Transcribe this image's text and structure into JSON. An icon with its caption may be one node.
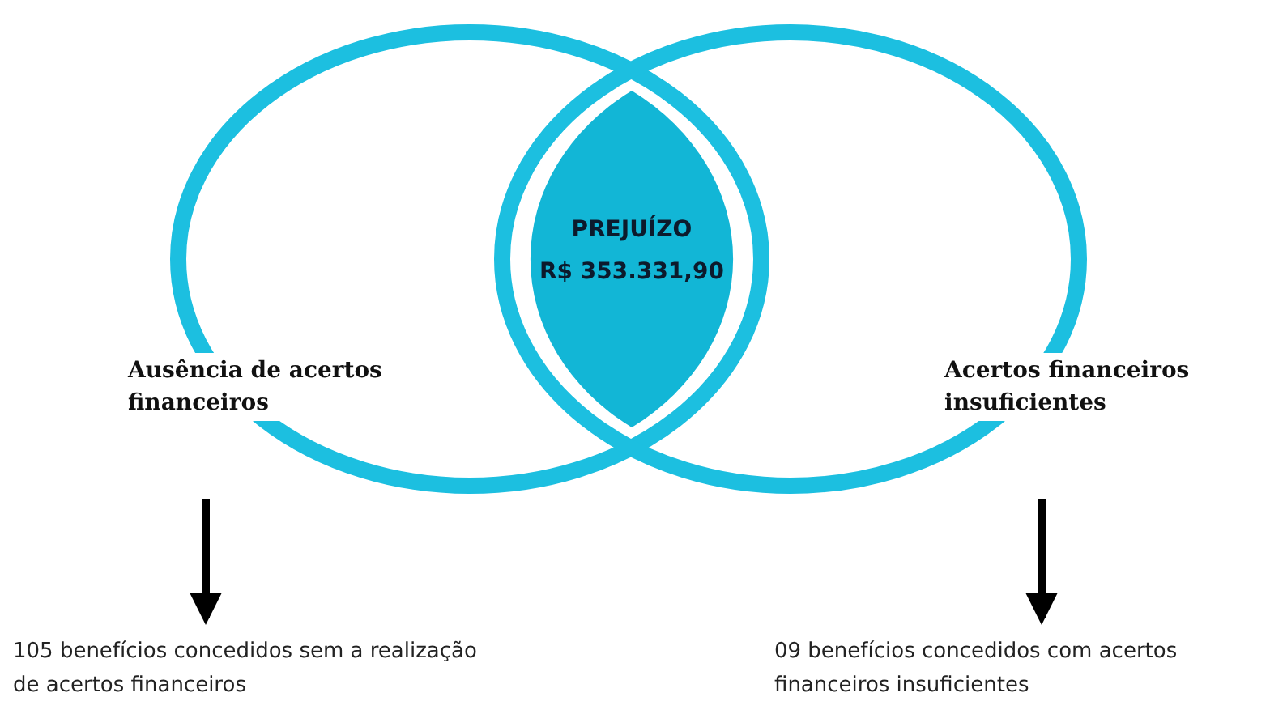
{
  "diagram": {
    "nodes": [
      {
        "text": [
          "Ausência de acertos financeiros"
        ]
      },
      {
        "text": [
          "PREJUÍZO",
          "R$ 353.331,90"
        ]
      },
      {
        "text": [
          "Acertos financeiros insuficientes"
        ]
      },
      {
        "text": [
          "105 benefícios concedidos sem a realização de acertos financeiros"
        ]
      },
      {
        "text": [
          "09 benefícios concedidos com acertos financeiros insuficientes"
        ]
      }
    ],
    "edges": [
      {
        "from": 0,
        "to": 3,
        "arrow": "to"
      },
      {
        "from": 2,
        "to": 4,
        "arrow": "to"
      }
    ]
  }
}
